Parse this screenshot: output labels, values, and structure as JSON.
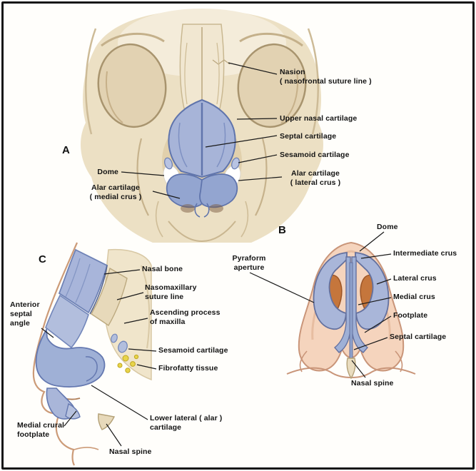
{
  "figure": {
    "type": "anatomical-diagram",
    "subject": "Nasal cartilage anatomy, three views",
    "panels": {
      "a": {
        "letter": "A",
        "labels": {
          "nasion": "Nasion\n( nasofrontal suture line )",
          "upper_nasal_cartilage": "Upper nasal cartilage",
          "septal_cartilage": "Septal cartilage",
          "sesamoid_cartilage": "Sesamoid cartilage",
          "alar_cartilage_lateral": "Alar cartilage\n( lateral crus )",
          "dome": "Dome",
          "alar_cartilage_medial": "Alar cartilage\n( medial crus )"
        }
      },
      "b": {
        "letter": "B",
        "labels": {
          "dome": "Dome",
          "pyraform_aperture": "Pyraform\naperture",
          "intermediate_crus": "Intermediate crus",
          "lateral_crus": "Lateral crus",
          "medial_crus": "Medial crus",
          "footplate": "Footplate",
          "septal_cartilage": "Septal cartilage",
          "nasal_spine": "Nasal spine"
        }
      },
      "c": {
        "letter": "C",
        "labels": {
          "nasal_bone": "Nasal bone",
          "nasomaxillary_suture_line": "Nasomaxillary\nsuture line",
          "ascending_process_of_maxilla": "Ascending process\nof maxilla",
          "anterior_septal_angle": "Anterior\nseptal\nangle",
          "sesamoid_cartilage": "Sesamoid cartilage",
          "fibrofatty_tissue": "Fibrofatty tissue",
          "lower_lateral_alar_cartilage": "Lower lateral ( alar )\ncartilage",
          "medial_crural_footplate": "Medial crural\nfootplate",
          "nasal_spine": "Nasal spine"
        }
      }
    },
    "colors": {
      "cartilage_blue": "#a7b4d8",
      "cartilage_blue_dark": "#5f74ac",
      "bone_beige": "#ece0c4",
      "skin_pink": "#f5d4bd",
      "aperture_orange": "#c5763c",
      "fat_yellow": "#e8d44a",
      "leader_line": "#1a1a1a"
    }
  }
}
